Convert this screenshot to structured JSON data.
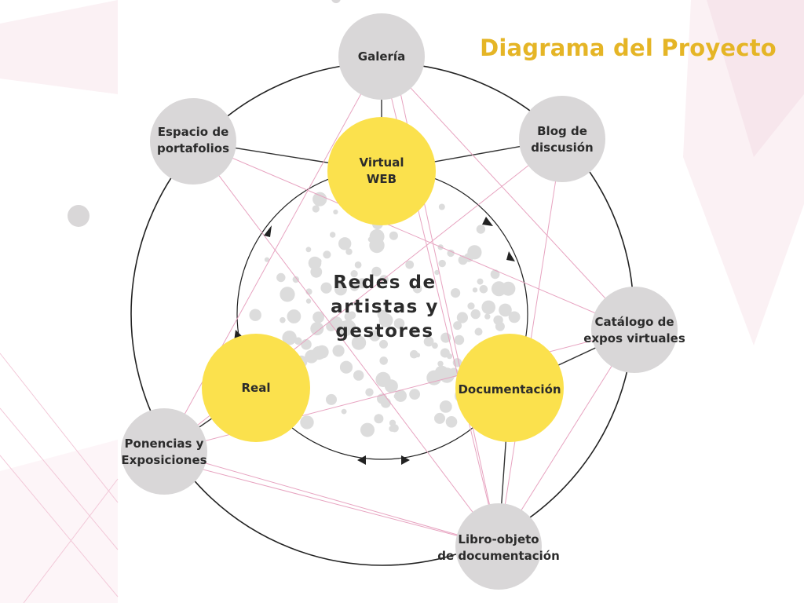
{
  "title": "Diagrama del Proyecto",
  "center": {
    "line1": "Redes de",
    "line2": "artistas y",
    "line3": "gestores"
  },
  "outer_nodes": {
    "galeria": {
      "line1": "Galería"
    },
    "espacio": {
      "line1": "Espacio de",
      "line2": "portafolios"
    },
    "blog": {
      "line1": "Blog de",
      "line2": "discusión"
    },
    "catalogo": {
      "line1": "Catálogo de",
      "line2": "expos virtuales"
    },
    "ponencias": {
      "line1": "Ponencias y",
      "line2": "Exposiciones"
    },
    "libro": {
      "line1": "Libro-objeto",
      "line2": "de documentación"
    }
  },
  "inner_nodes": {
    "virtual": {
      "line1": "Virtual",
      "line2": "WEB"
    },
    "real": {
      "line1": "Real"
    },
    "documentacion": {
      "line1": "Documentación"
    }
  },
  "colors": {
    "title": "#e5b526",
    "yellow_node": "#fbe14d",
    "gray_node": "#d9d7d8",
    "pink_line": "#e7a3c0",
    "dark_line": "#333333"
  }
}
